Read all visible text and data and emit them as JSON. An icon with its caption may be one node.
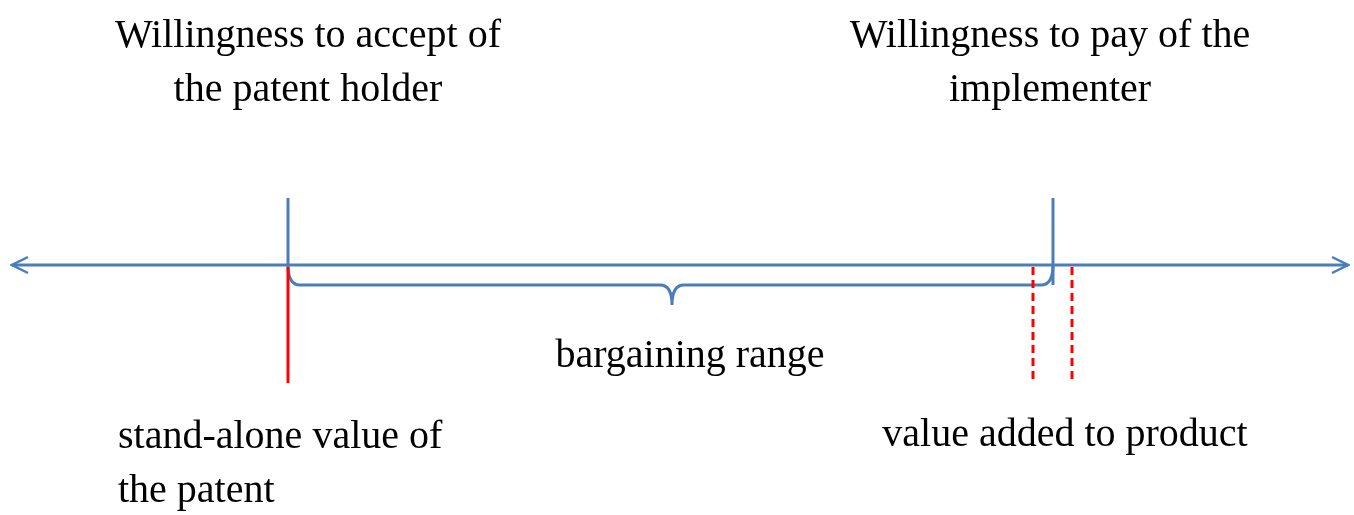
{
  "diagram": {
    "labels": [
      "Willingness to accept of the patent holder",
      "Willingness to pay of the implementer",
      "bargaining range",
      "stand-alone value of the patent",
      "value added to product"
    ]
  }
}
